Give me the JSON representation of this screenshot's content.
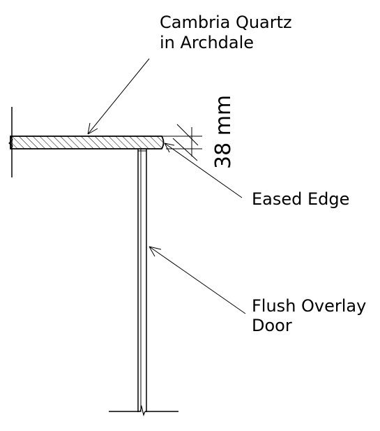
{
  "labels": {
    "material_line1": "Cambria Quartz",
    "material_line2": "in Archdale",
    "dimension": "38 mm",
    "edge": "Eased Edge",
    "door_line1": "Flush Overlay",
    "door_line2": "Door"
  },
  "colors": {
    "line": "#000000",
    "background": "#ffffff"
  }
}
